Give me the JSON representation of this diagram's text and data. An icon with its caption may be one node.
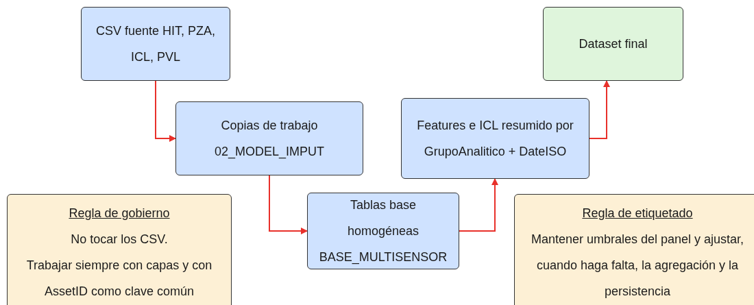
{
  "diagram": {
    "nodes": [
      {
        "text": [
          "CSV fuente HIT, PZA, ICL, PVL"
        ]
      },
      {
        "text": [
          "Copias de trabajo",
          "02_MODEL_IMPUT"
        ]
      },
      {
        "text": [
          "Tablas base homogéneas BASE_MULTISENSOR"
        ]
      },
      {
        "text": [
          "Features e ICL resumido por GrupoAnalitico + DateISO"
        ]
      },
      {
        "text": [
          "Dataset final"
        ]
      },
      {
        "text": [
          "Regla de gobierno",
          "No tocar los CSV.",
          "Trabajar siempre con capas y con AssetID como clave común"
        ]
      },
      {
        "text": [
          "Regla de etiquetado",
          "Mantener umbrales del panel y ajustar, cuando haga falta, la agregación y la persistencia"
        ]
      }
    ],
    "edges": [
      {
        "from": 0,
        "to": 1,
        "arrow": "to"
      },
      {
        "from": 1,
        "to": 2,
        "arrow": "to"
      },
      {
        "from": 2,
        "to": 3,
        "arrow": "to"
      },
      {
        "from": 3,
        "to": 4,
        "arrow": "to"
      }
    ]
  }
}
